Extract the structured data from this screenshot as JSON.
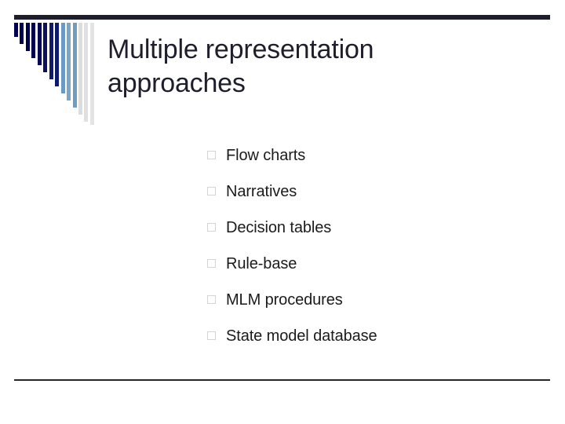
{
  "slide": {
    "title": "Multiple representation approaches",
    "title_line_1": "Multiple representation",
    "title_line_2": "approaches",
    "background_color": "#ffffff",
    "title_color": "#1e1e2d",
    "body_text_color": "#1b1b1b",
    "rule_color": "#1e1e2d",
    "bottom_rule_color": "#262626",
    "bullet_marker_color": "#d4d4d4",
    "bullet_glyph": "open-square"
  },
  "decoration": {
    "name": "descending-bar-motif",
    "bar_count": 13,
    "bars": [
      {
        "color": "#000050",
        "height": 18
      },
      {
        "color": "#000050",
        "height": 27
      },
      {
        "color": "#000050",
        "height": 36
      },
      {
        "color": "#000050",
        "height": 45
      },
      {
        "color": "#060a56",
        "height": 54
      },
      {
        "color": "#0b1160",
        "height": 63
      },
      {
        "color": "#101a6e",
        "height": 72
      },
      {
        "color": "#0d1a6b",
        "height": 81
      },
      {
        "color": "#6a9ac4",
        "height": 90
      },
      {
        "color": "#7ba5c9",
        "height": 99
      },
      {
        "color": "#6d9dc5",
        "height": 108
      },
      {
        "color": "#dcdcdc",
        "height": 117
      },
      {
        "color": "#e0e0e0",
        "height": 126
      },
      {
        "color": "#e4e4e4",
        "height": 130
      }
    ]
  },
  "bullets": [
    {
      "label": "Flow charts"
    },
    {
      "label": "Narratives"
    },
    {
      "label": "Decision tables"
    },
    {
      "label": "Rule-base"
    },
    {
      "label": "MLM procedures"
    },
    {
      "label": "State model database"
    }
  ]
}
